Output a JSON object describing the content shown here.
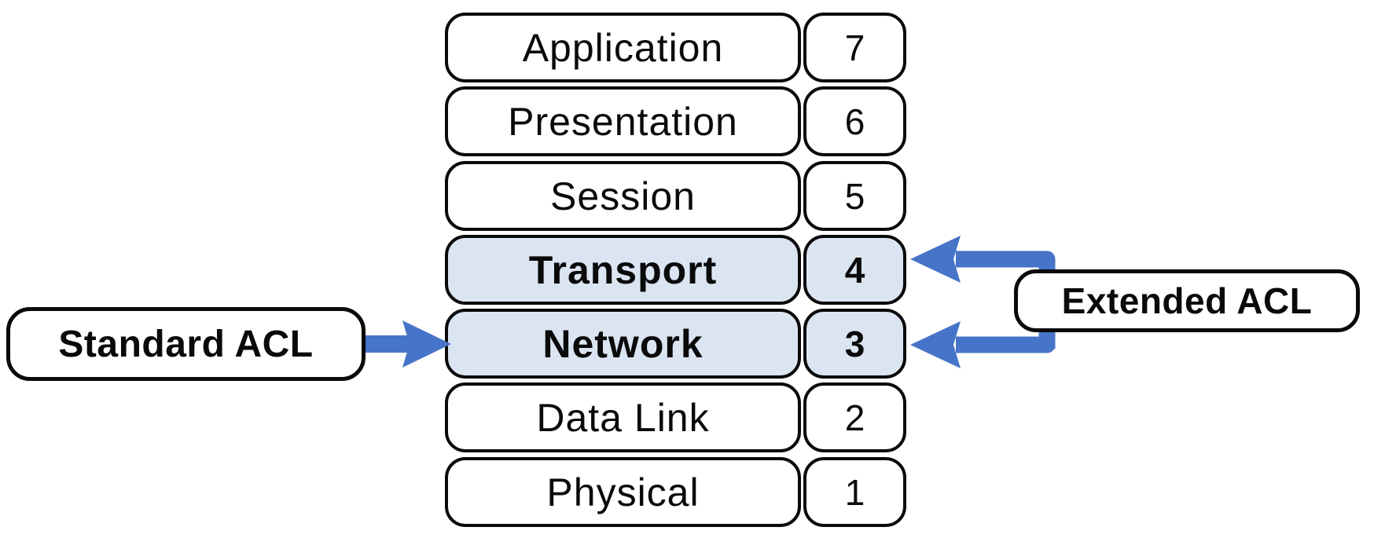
{
  "diagram_type": "osi-model-acl-mapping",
  "layers": [
    {
      "name": "Application",
      "number": "7",
      "highlighted": false
    },
    {
      "name": "Presentation",
      "number": "6",
      "highlighted": false
    },
    {
      "name": "Session",
      "number": "5",
      "highlighted": false
    },
    {
      "name": "Transport",
      "number": "4",
      "highlighted": true
    },
    {
      "name": "Network",
      "number": "3",
      "highlighted": true
    },
    {
      "name": "Data Link",
      "number": "2",
      "highlighted": false
    },
    {
      "name": "Physical",
      "number": "1",
      "highlighted": false
    }
  ],
  "labels": {
    "standard_acl": "Standard ACL",
    "extended_acl": "Extended ACL"
  },
  "connections": [
    {
      "from": "Standard ACL",
      "to_layer": "Network",
      "to_number": "3",
      "direction": "right"
    },
    {
      "from": "Extended ACL",
      "to_layer": "Transport",
      "to_number": "4",
      "direction": "left"
    },
    {
      "from": "Extended ACL",
      "to_layer": "Network",
      "to_number": "3",
      "direction": "left"
    }
  ],
  "colors": {
    "arrow": "#4674c8",
    "hl": "#dbe5f2",
    "border": "#0a0a0a",
    "bg": "#ffffff"
  }
}
